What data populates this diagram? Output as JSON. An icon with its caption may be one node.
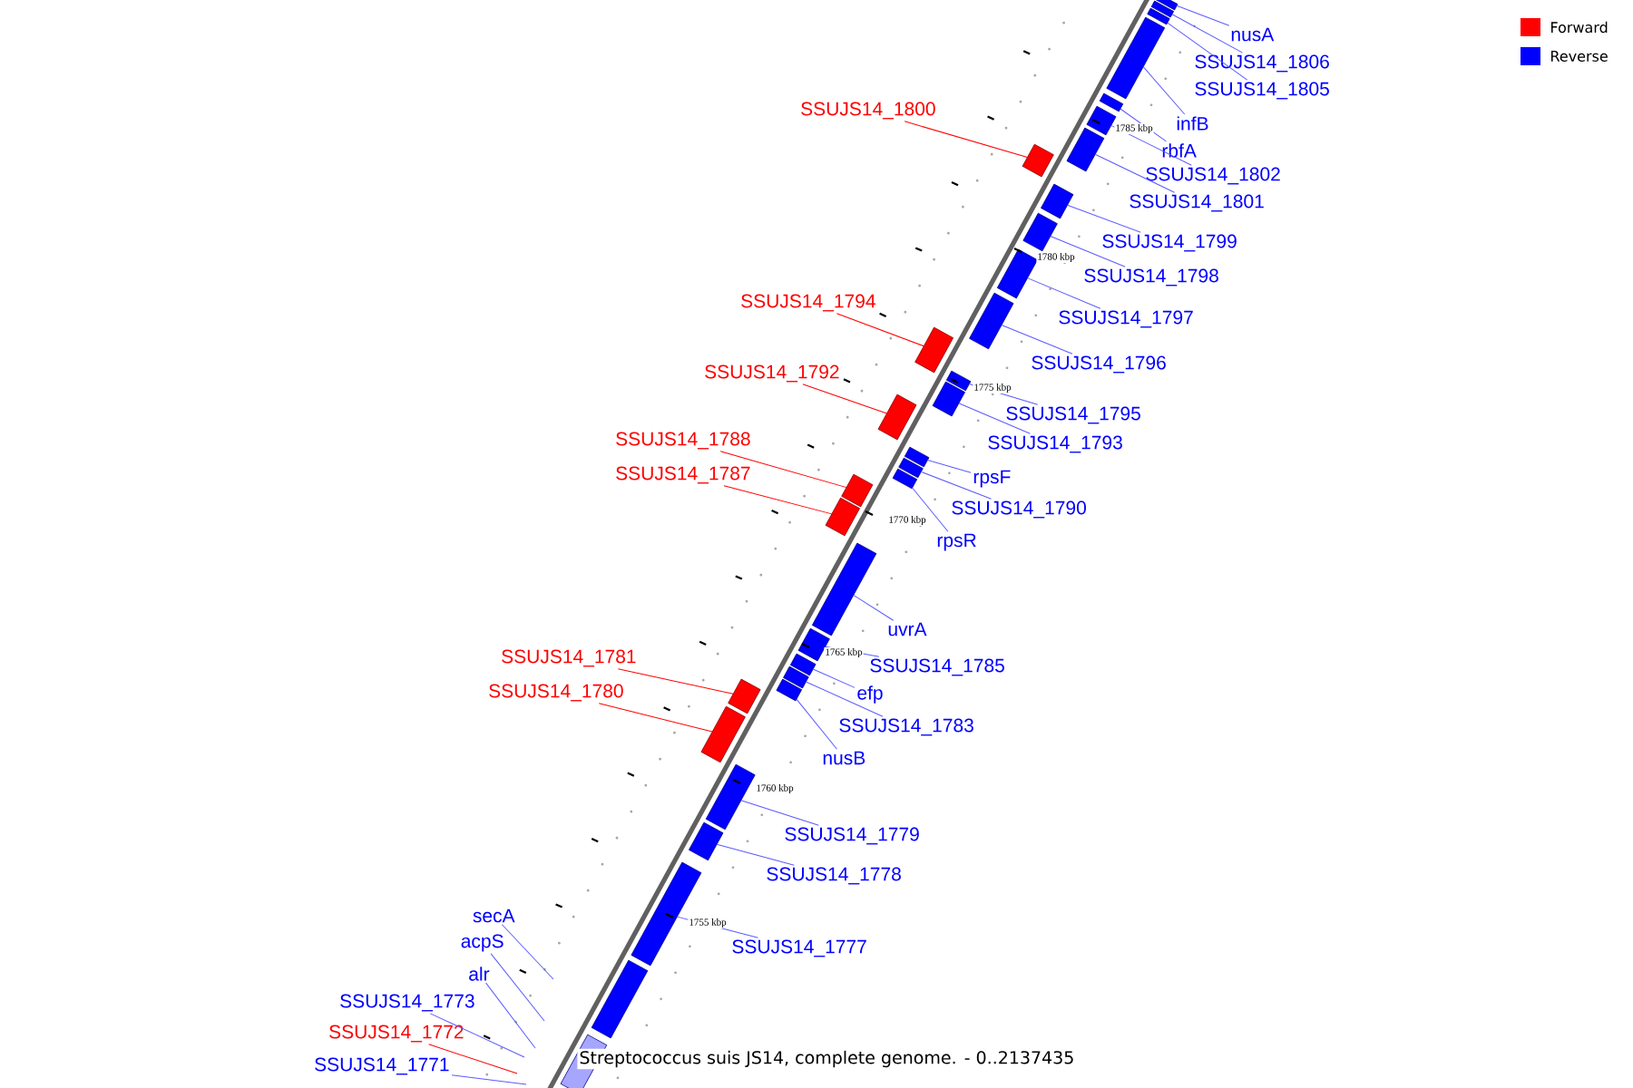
{
  "diagram": {
    "caption": "Streptococcus suis JS14, complete genome. - 0..2137435",
    "nodes": [
      {
        "text": [
          "nusA"
        ]
      },
      {
        "text": [
          "SSUJS14_1806"
        ]
      },
      {
        "text": [
          "SSUJS14_1805"
        ]
      },
      {
        "text": [
          "SSUJS14_1800"
        ]
      },
      {
        "text": [
          "infB"
        ]
      },
      {
        "text": [
          "rbfA"
        ]
      },
      {
        "text": [
          "SSUJS14_1802"
        ]
      },
      {
        "text": [
          "SSUJS14_1801"
        ]
      },
      {
        "text": [
          "SSUJS14_1799"
        ]
      },
      {
        "text": [
          "SSUJS14_1798"
        ]
      },
      {
        "text": [
          "SSUJS14_1794"
        ]
      },
      {
        "text": [
          "SSUJS14_1797"
        ]
      },
      {
        "text": [
          "SSUJS14_1796"
        ]
      },
      {
        "text": [
          "SSUJS14_1792"
        ]
      },
      {
        "text": [
          "SSUJS14_1795"
        ]
      },
      {
        "text": [
          "SSUJS14_1793"
        ]
      },
      {
        "text": [
          "SSUJS14_1788"
        ]
      },
      {
        "text": [
          "SSUJS14_1787"
        ]
      },
      {
        "text": [
          "rpsF"
        ]
      },
      {
        "text": [
          "SSUJS14_1790"
        ]
      },
      {
        "text": [
          "rpsR"
        ]
      },
      {
        "text": [
          "uvrA"
        ]
      },
      {
        "text": [
          "SSUJS14_1781"
        ]
      },
      {
        "text": [
          "SSUJS14_1785"
        ]
      },
      {
        "text": [
          "SSUJS14_1780"
        ]
      },
      {
        "text": [
          "efp"
        ]
      },
      {
        "text": [
          "SSUJS14_1783"
        ]
      },
      {
        "text": [
          "nusB"
        ]
      },
      {
        "text": [
          "SSUJS14_1779"
        ]
      },
      {
        "text": [
          "SSUJS14_1778"
        ]
      },
      {
        "text": [
          "secA"
        ]
      },
      {
        "text": [
          "acpS"
        ]
      },
      {
        "text": [
          "SSUJS14_1777"
        ]
      },
      {
        "text": [
          "alr"
        ]
      },
      {
        "text": [
          "SSUJS14_1773"
        ]
      },
      {
        "text": [
          "SSUJS14_1772"
        ]
      },
      {
        "text": [
          "SSUJS14_1771"
        ]
      },
      {
        "text": [],
        "shape": "box"
      },
      {
        "text": [],
        "shape": "box"
      },
      {
        "text": [],
        "shape": "box"
      },
      {
        "text": [],
        "shape": "box"
      },
      {
        "text": [],
        "shape": "box"
      },
      {
        "text": [],
        "shape": "box"
      },
      {
        "text": [],
        "shape": "box"
      },
      {
        "text": [],
        "shape": "box"
      },
      {
        "text": [],
        "shape": "box"
      },
      {
        "text": [],
        "shape": "box"
      },
      {
        "text": [],
        "shape": "box"
      },
      {
        "text": [],
        "shape": "box"
      },
      {
        "text": [],
        "shape": "box"
      },
      {
        "text": [],
        "shape": "box"
      },
      {
        "text": [],
        "shape": "box"
      },
      {
        "text": [],
        "shape": "box"
      },
      {
        "text": [],
        "shape": "box"
      },
      {
        "text": [],
        "shape": "box"
      },
      {
        "text": [],
        "shape": "box"
      },
      {
        "text": [],
        "shape": "box"
      },
      {
        "text": [],
        "shape": "box"
      },
      {
        "text": [],
        "shape": "box"
      },
      {
        "text": [],
        "shape": "box"
      },
      {
        "text": [],
        "shape": "box"
      },
      {
        "text": [],
        "shape": "box"
      },
      {
        "text": [],
        "shape": "box"
      },
      {
        "text": [],
        "shape": "box"
      },
      {
        "text": [],
        "shape": "box"
      },
      {
        "text": [],
        "shape": "box"
      },
      {
        "text": [],
        "shape": "box"
      },
      {
        "text": [],
        "shape": "box"
      },
      {
        "text": [],
        "shape": "box"
      },
      {
        "text": [],
        "shape": "box"
      }
    ],
    "edges": [
      {
        "from": 0,
        "to": 37,
        "arrow": "none"
      },
      {
        "from": 1,
        "to": 38,
        "arrow": "none"
      },
      {
        "from": 2,
        "to": 39,
        "arrow": "none"
      },
      {
        "from": 3,
        "to": 40,
        "arrow": "none",
        "color": "#ff0000"
      },
      {
        "from": 4,
        "to": 41,
        "arrow": "none"
      },
      {
        "from": 5,
        "to": 42,
        "arrow": "none"
      },
      {
        "from": 6,
        "to": 43,
        "arrow": "none"
      },
      {
        "from": 7,
        "to": 44,
        "arrow": "none"
      },
      {
        "from": 8,
        "to": 45,
        "arrow": "none"
      },
      {
        "from": 9,
        "to": 46,
        "arrow": "none"
      },
      {
        "from": 10,
        "to": 47,
        "arrow": "none",
        "color": "#ff0000"
      },
      {
        "from": 11,
        "to": 48,
        "arrow": "none"
      },
      {
        "from": 12,
        "to": 49,
        "arrow": "none"
      },
      {
        "from": 13,
        "to": 50,
        "arrow": "none",
        "color": "#ff0000"
      },
      {
        "from": 14,
        "to": 51,
        "arrow": "none"
      },
      {
        "from": 15,
        "to": 52,
        "arrow": "none"
      },
      {
        "from": 16,
        "to": 53,
        "arrow": "none",
        "color": "#ff0000"
      },
      {
        "from": 17,
        "to": 54,
        "arrow": "none",
        "color": "#ff0000"
      },
      {
        "from": 18,
        "to": 55,
        "arrow": "none"
      },
      {
        "from": 19,
        "to": 56,
        "arrow": "none"
      },
      {
        "from": 20,
        "to": 57,
        "arrow": "none"
      },
      {
        "from": 21,
        "to": 58,
        "arrow": "none"
      },
      {
        "from": 22,
        "to": 59,
        "arrow": "none",
        "color": "#ff0000"
      },
      {
        "from": 23,
        "to": 60,
        "arrow": "none"
      },
      {
        "from": 24,
        "to": 61,
        "arrow": "none",
        "color": "#ff0000"
      },
      {
        "from": 25,
        "to": 62,
        "arrow": "none"
      },
      {
        "from": 26,
        "to": 63,
        "arrow": "none"
      },
      {
        "from": 27,
        "to": 64,
        "arrow": "none"
      },
      {
        "from": 28,
        "to": 65,
        "arrow": "none"
      },
      {
        "from": 29,
        "to": 66,
        "arrow": "none"
      },
      {
        "from": 30,
        "to": null,
        "arrow": "none"
      },
      {
        "from": 31,
        "to": null,
        "arrow": "none"
      },
      {
        "from": 32,
        "to": 67,
        "arrow": "none"
      },
      {
        "from": 33,
        "to": null,
        "arrow": "none"
      },
      {
        "from": 34,
        "to": null,
        "arrow": "none"
      },
      {
        "from": 35,
        "to": null,
        "arrow": "none",
        "color": "#ff0000"
      },
      {
        "from": 36,
        "to": null,
        "arrow": "none"
      }
    ],
    "labels": [
      "1785 kbp",
      "1780 kbp",
      "1775 kbp",
      "1770 kbp",
      "1765 kbp",
      "1760 kbp",
      "1755 kbp"
    ],
    "legend": [
      {
        "text": "Forward",
        "color": "#ff0000"
      },
      {
        "text": "Reverse",
        "color": "#0000ff"
      }
    ]
  }
}
